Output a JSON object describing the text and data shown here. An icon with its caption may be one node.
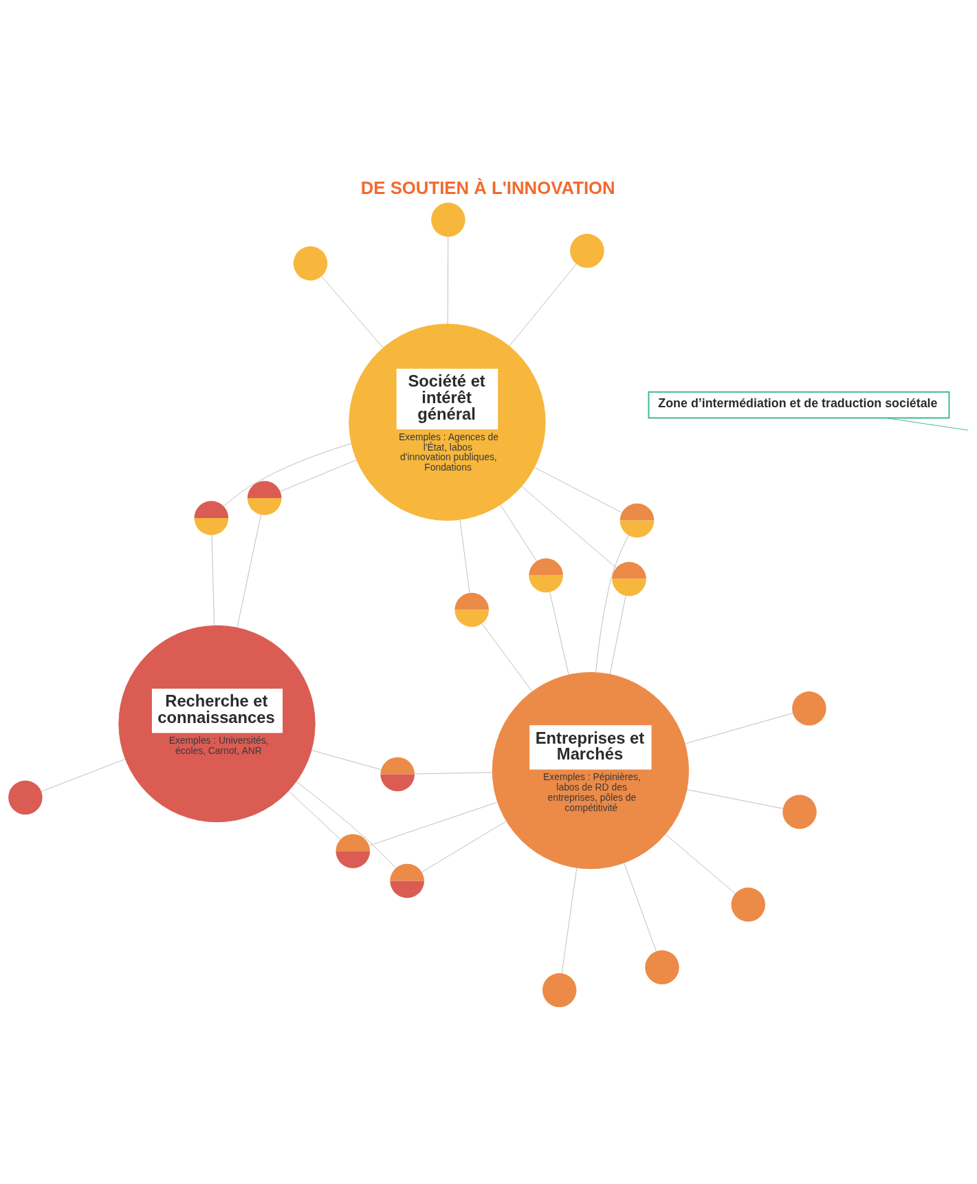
{
  "diagram": {
    "title": "DE SOUTIEN À L'INNOVATION",
    "nodes": [
      {
        "text": [
          "Recherche et connaissances",
          "Exemples : Universités, écoles, Carnot, ANR"
        ]
      },
      {
        "text": [
          "Entreprises et Marchés",
          "Exemples : Pépinières, labos de RD des entreprises, pôles de compétitivité"
        ]
      },
      {
        "text": [
          "Société et intérêt général",
          "Exemples : Agences de l'État, labos d'innovation publiques, Fondations"
        ]
      },
      {
        "text": [
          "Zone d’intermédiation et de traduction sociétale"
        ]
      },
      {
        "text": [],
        "shape": "circle"
      },
      {
        "text": [],
        "shape": "circle"
      },
      {
        "text": [],
        "shape": "circle"
      },
      {
        "text": [],
        "shape": "circle"
      },
      {
        "text": [],
        "shape": "circle"
      },
      {
        "text": [],
        "shape": "circle"
      },
      {
        "text": [],
        "shape": "circle"
      },
      {
        "text": [],
        "shape": "circle"
      },
      {
        "text": [],
        "shape": "circle"
      },
      {
        "text": [],
        "shape": "circle"
      },
      {
        "text": [],
        "shape": "circle"
      },
      {
        "text": [],
        "shape": "circle"
      },
      {
        "text": [],
        "shape": "circle"
      },
      {
        "text": [],
        "shape": "circle"
      },
      {
        "text": [],
        "shape": "circle"
      },
      {
        "text": [],
        "shape": "circle"
      },
      {
        "text": [],
        "shape": "circle"
      },
      {
        "text": [],
        "shape": "circle"
      }
    ],
    "edges": [
      {
        "from": 7,
        "to": 0,
        "arrow": "none"
      },
      {
        "from": 4,
        "to": 0,
        "arrow": "none"
      },
      {
        "from": 4,
        "to": 1,
        "arrow": "none"
      },
      {
        "from": 6,
        "to": 0,
        "arrow": "none"
      },
      {
        "from": 6,
        "to": 1,
        "arrow": "none"
      },
      {
        "from": 10,
        "to": 0,
        "arrow": "none"
      },
      {
        "from": 10,
        "to": 1,
        "arrow": "none"
      },
      {
        "from": 8,
        "to": 1,
        "arrow": "none"
      },
      {
        "from": 5,
        "to": 1,
        "arrow": "none"
      },
      {
        "from": 9,
        "to": 1,
        "arrow": "none"
      },
      {
        "from": 11,
        "to": 1,
        "arrow": "none"
      },
      {
        "from": 12,
        "to": 1,
        "arrow": "none"
      },
      {
        "from": 13,
        "to": 0,
        "arrow": "none"
      },
      {
        "from": 13,
        "to": 2,
        "arrow": "none"
      },
      {
        "from": 15,
        "to": 0,
        "arrow": "none"
      },
      {
        "from": 15,
        "to": 2,
        "arrow": "none"
      },
      {
        "from": 14,
        "to": 1,
        "arrow": "none"
      },
      {
        "from": 14,
        "to": 2,
        "arrow": "none"
      },
      {
        "from": 16,
        "to": 1,
        "arrow": "none"
      },
      {
        "from": 16,
        "to": 2,
        "arrow": "none"
      },
      {
        "from": 18,
        "to": 1,
        "arrow": "none"
      },
      {
        "from": 18,
        "to": 2,
        "arrow": "none"
      },
      {
        "from": 17,
        "to": 1,
        "arrow": "none"
      },
      {
        "from": 17,
        "to": 2,
        "arrow": "none"
      },
      {
        "from": 20,
        "to": 2,
        "arrow": "none"
      },
      {
        "from": 19,
        "to": 2,
        "arrow": "none"
      },
      {
        "from": 21,
        "to": 2,
        "arrow": "none"
      },
      {
        "from": null,
        "to": 3,
        "arrow": "none",
        "color": "#3dbb8c"
      }
    ]
  }
}
